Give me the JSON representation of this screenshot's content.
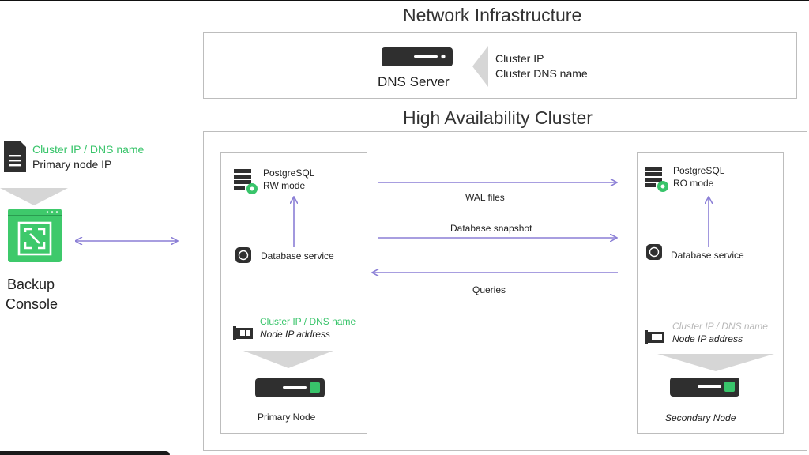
{
  "network": {
    "title": "Network Infrastructure",
    "dns_label": "DNS Server",
    "info_line1": "Cluster IP",
    "info_line2": "Cluster DNS name"
  },
  "cluster": {
    "title": "High Availability Cluster",
    "arrows": {
      "wal": "WAL files",
      "snapshot": "Database snapshot",
      "queries": "Queries"
    },
    "primary": {
      "pg_line1": "PostgreSQL",
      "pg_line2": "RW mode",
      "db_service": "Database service",
      "cluster_ip": "Cluster IP / DNS name",
      "node_ip": "Node IP address",
      "label": "Primary Node"
    },
    "secondary": {
      "pg_line1": "PostgreSQL",
      "pg_line2": "RO mode",
      "db_service": "Database service",
      "cluster_ip": "Cluster IP / DNS name",
      "node_ip": "Node IP address",
      "label": "Secondary Node"
    }
  },
  "console": {
    "config_line1": "Cluster IP / DNS name",
    "config_line2": "Primary node IP",
    "label_line1": "Backup",
    "label_line2": "Console"
  },
  "colors": {
    "accent_green": "#38c46a",
    "arrow_purple": "#8b7fd6",
    "server_dark": "#2f2f2f"
  }
}
